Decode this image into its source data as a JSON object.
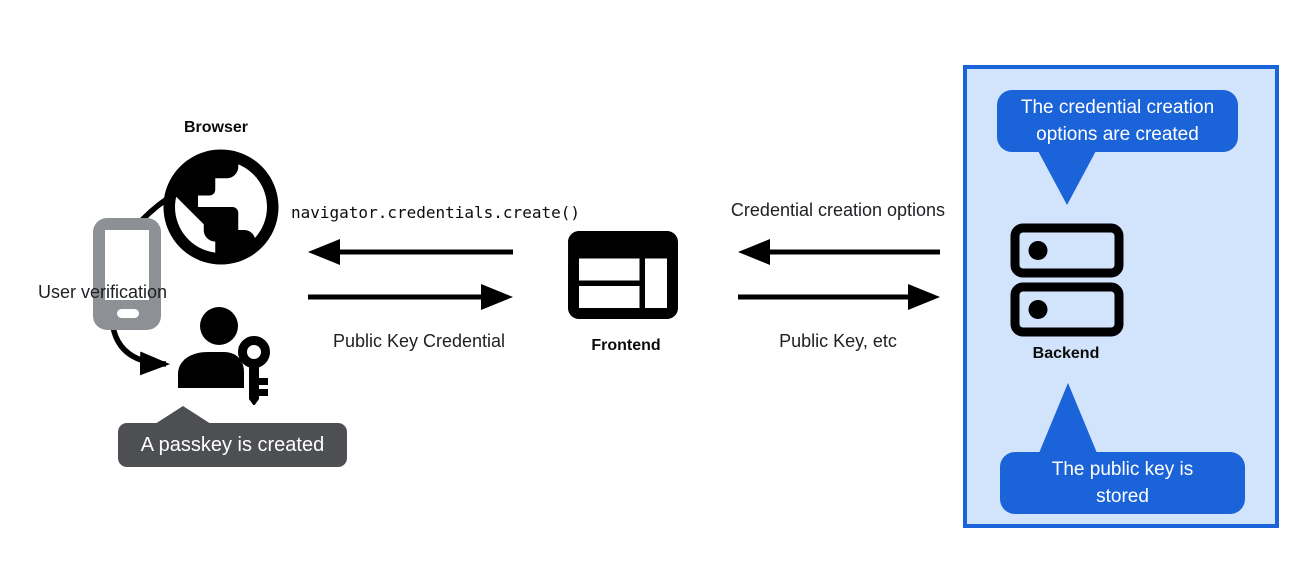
{
  "nodes": {
    "browser": {
      "label": "Browser"
    },
    "user_verification": {
      "label": "User verification"
    },
    "frontend": {
      "label": "Frontend"
    },
    "backend": {
      "label": "Backend"
    }
  },
  "arrows": {
    "create_call": "navigator.credentials.create()",
    "public_key_credential": "Public Key Credential",
    "credential_creation_options": "Credential creation options",
    "public_key_etc": "Public Key, etc"
  },
  "callouts": {
    "passkey_created": "A passkey is created",
    "options_created": "The credential creation options are created",
    "public_key_stored": "The public key is stored"
  },
  "icons": {
    "globe": "browser-globe-icon",
    "phone": "smartphone-icon",
    "user_key": "user-with-passkey-icon",
    "frontend": "web-window-icon",
    "backend": "server-stack-icon"
  },
  "colors": {
    "accent_blue": "#1b63d8",
    "panel_background": "#d2e3fc",
    "dark_tooltip": "#4d4f52",
    "phone_gray": "#8d9196",
    "icon_black": "#000000",
    "background": "#ffffff"
  }
}
